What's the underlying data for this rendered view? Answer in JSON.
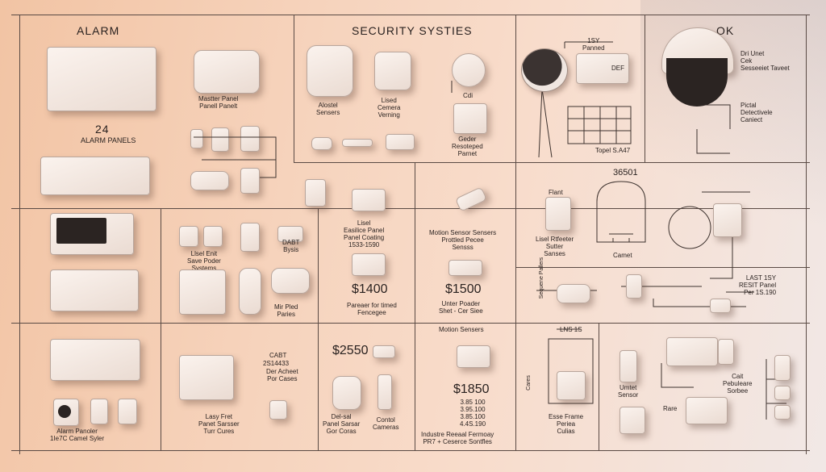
{
  "headings": {
    "alarm": "ALARM",
    "security_systems": "SECURITY SYSTIES",
    "ok": "OK",
    "count_24": "24",
    "alarm_panels": "ALARM PANELS",
    "number_36501": "36501"
  },
  "labels": {
    "master_panel": "Mastter Panel\nPanell Panelt",
    "alostel_sensers": "Alostel\nSensers",
    "lised_cemera": "Lised\nCemera\nVerning",
    "gader_resoteped": "Geder\nResoteped\nParnet",
    "cdi": "Cdi",
    "top_label": "1SY\nPanned",
    "def_label": "DEF",
    "topel_sa47": "Topel S.A47",
    "dri_unet": "Dri Unet\nCek\nSesseeiet Taveet",
    "pictal_detection": "Pictal\nDetectivele\nCaniect",
    "lisel_enit": "Llsel Enit\nSave Poder\nSystems",
    "dabt": "DABT\nBysis",
    "mlr_pied": "Mir Pled\nParies",
    "lisel_easilice": "Lisel\nEasilice Panel\nPanel Coating\n1533-1590",
    "pareaer": "Pareaer for timed\nFencegee",
    "motion_sensor_sensers": "Motion Sensor Sensers\nProttled Pecee\nSensss",
    "unter_poder": "Unter Poader\nShet - Cer Siee",
    "flant": "Flant",
    "lisel_reflector": "Lisel Rtfeeter\nSutter\nSanses",
    "camet": "Camet",
    "last_15y": "LAST 1SY\nRESIT Panel\nPer 1S.190",
    "cabt": "CABT",
    "cabt_num": "2S14433",
    "cabt_sub": "Der Acheet\nPor Cases",
    "lasy_fret": "Lasy Fret\nPanet Sarsser\nTurr Cures",
    "alarm_panoler": "Alarm Panoler\n1Ie7C Camel Syler",
    "del_sal": "Del-sal\nPanel Sarsar\nGor Coras",
    "contol_cameras": "Contol\nCameras",
    "motion_sensers": "Motion Sensers",
    "price_list": "3.85 100\n3.95.100\n3.85.100\n4.4S.190",
    "industrial": "Industre Reeaal Fermoay\nPR7 + Ceserce Sontfles",
    "lns_top": "LNS 1S",
    "esse_frame": "Esse Frame\nPeriea\nCulias",
    "umtet_sensor": "Umtet\nSensor",
    "cait_pebuleare": "Cait\nPebuleare\nSorbee",
    "rare": "Rare",
    "side_left_a": "Sequene Pallers",
    "side_left_b": "Cares"
  },
  "prices": {
    "p1400": "$1400",
    "p1500": "$1500",
    "p2550": "$2550",
    "p1850": "$1850"
  },
  "colors": {
    "paper_warm": "#f2c4a4",
    "paper_cool": "#f1e8e6",
    "ink": "#2a2220",
    "device": "#f7eee8"
  }
}
